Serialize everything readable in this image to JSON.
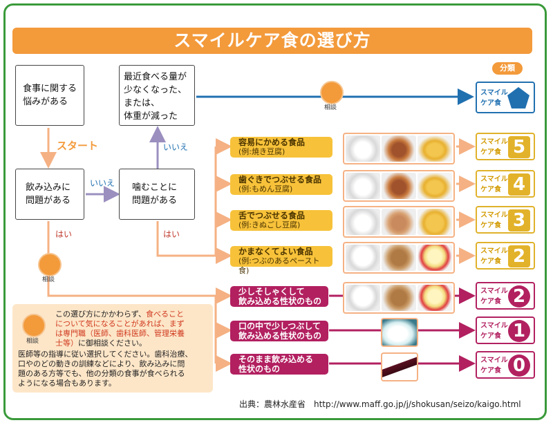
{
  "title": "スマイルケア食の選び方",
  "flow": {
    "eating_concern": [
      "食事に関する",
      "悩みがある"
    ],
    "eating_less": [
      "最近食べる量が",
      "少なくなった、",
      "または、",
      "体重が減った"
    ],
    "swallow_problem": [
      "飲み込みに",
      "問題がある"
    ],
    "chew_problem": [
      "噛むことに",
      "問題がある"
    ],
    "start": "スタート",
    "yes": "はい",
    "no": "いいえ",
    "consult": "相談"
  },
  "categories_header": "分類",
  "categories": [
    {
      "name": "容易にかめる食品",
      "example": "(例:焼き豆腐)",
      "code": "5",
      "color": "yellow"
    },
    {
      "name": "歯ぐきでつぶせる食品",
      "example": "(例:もめん豆腐)",
      "code": "4",
      "color": "yellow"
    },
    {
      "name": "舌でつぶせる食品",
      "example": "(例:きぬごし豆腐)",
      "code": "3",
      "color": "yellow"
    },
    {
      "name": "かまなくてよい食品",
      "example": "(例:つぶのあるペースト食)",
      "code": "2",
      "color": "yellow"
    },
    {
      "name": "少しそしゃくして",
      "example": "飲み込める性状のもの",
      "code": "2",
      "color": "magenta"
    },
    {
      "name": "口の中で少しつぶして",
      "example": "飲み込める性状のもの",
      "code": "1",
      "color": "magenta"
    },
    {
      "name": "そのまま飲み込める",
      "example": "性状のもの",
      "code": "0",
      "color": "magenta"
    }
  ],
  "level_label": [
    "スマイル",
    "ケア食"
  ],
  "note": {
    "line1a": "この選び方にかかわらず、",
    "line1b": "食べること",
    "line2": "について気になることがあれば、まず",
    "line3": "は専門職（医師、歯科医師、管理栄養",
    "line4": "士等）",
    "line4b": "に御相談ください。",
    "body": [
      "医師等の指導に従い選択してください。歯科治療、",
      "口やのどの動きの訓練などにより、飲み込みに問",
      "題のある方等でも、他の分類の食事が食べられる",
      "ようになる場合もあります。"
    ]
  },
  "source": "出典：農林水産省　http://www.maff.go.jp/j/shokusan/seizo/kaigo.html",
  "colors": {
    "frame": "#3a9a3a",
    "title_bg": "#f39a3b",
    "yellow": "#f7c23a",
    "magenta": "#b22060",
    "blue": "#2070b0",
    "lines": "#f5b183"
  }
}
